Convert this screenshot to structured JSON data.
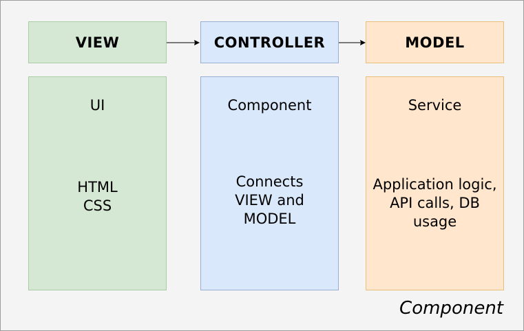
{
  "columns": [
    {
      "header": "VIEW",
      "subtitle": "UI",
      "description": "HTML\nCSS"
    },
    {
      "header": "CONTROLLER",
      "subtitle": "Component",
      "description": "Connects\nVIEW and\nMODEL"
    },
    {
      "header": "MODEL",
      "subtitle": "Service",
      "description": "Application logic,\nAPI calls, DB\nusage"
    }
  ],
  "footer": "Component",
  "colors": {
    "view_fill": "#d5e8d4",
    "controller_fill": "#dae8fc",
    "model_fill": "#ffe6cc",
    "background": "#f4f4f4"
  }
}
